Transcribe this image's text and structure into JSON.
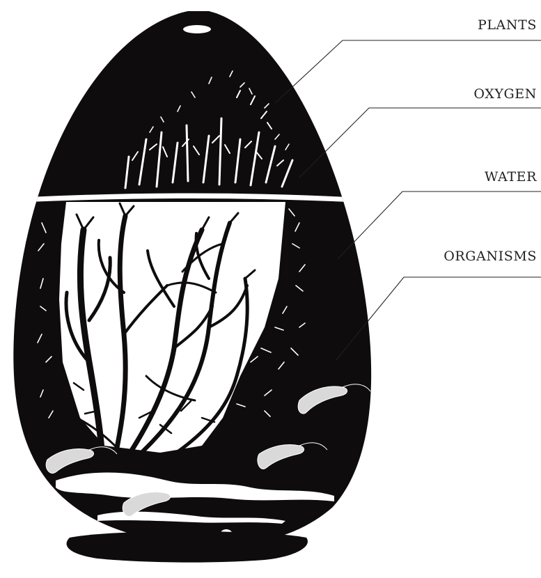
{
  "labels": {
    "plants": "PLANTS",
    "oxygen": "OXYGEN",
    "water": "WATER",
    "organisms": "ORGANISMS"
  },
  "colors": {
    "egg": "#0e0c0c",
    "interior": "#ffffff",
    "leader": "#231f20",
    "shrimp": "#d9d9d9"
  },
  "icons": [
    "egg-vessel",
    "branch-plant-icon",
    "shrimp-icon"
  ]
}
